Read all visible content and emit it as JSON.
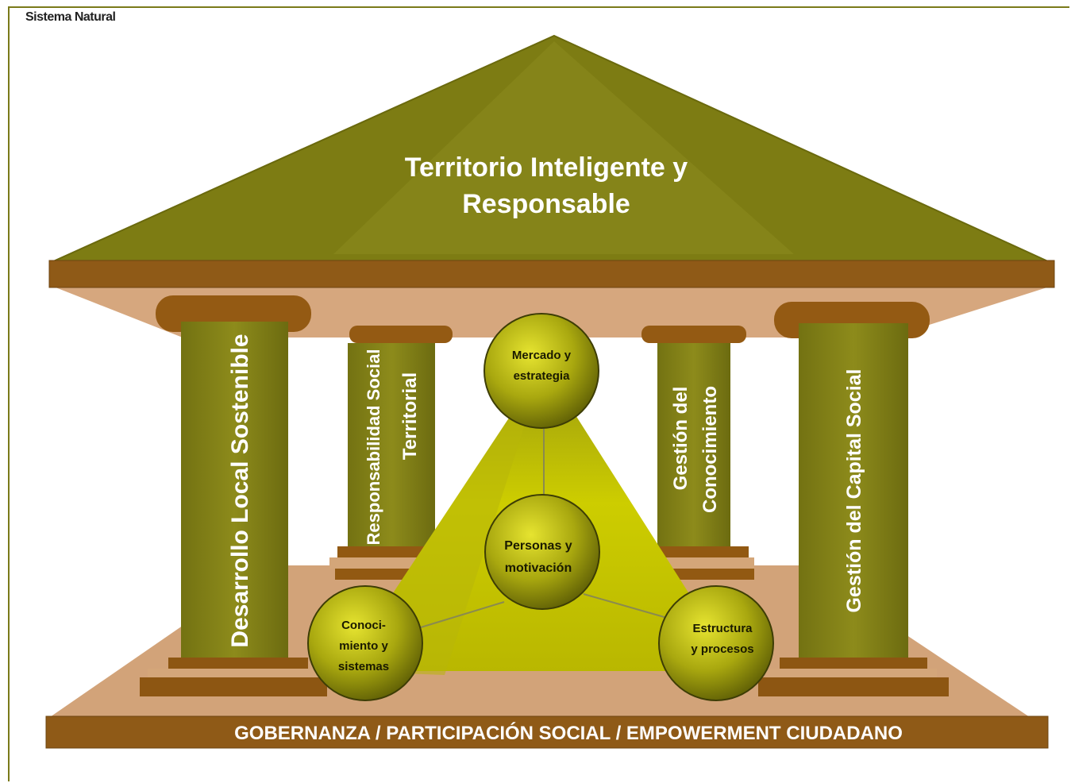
{
  "colors": {
    "olive_dark": "#7b7a13",
    "olive": "#8c8a18",
    "olive_light": "#a09e2b",
    "brown": "#935a12",
    "tan": "#d6a47a",
    "yellow": "#d4d400"
  },
  "corner_label": "Sistema Natural",
  "roof": {
    "line1": "Territorio Inteligente y",
    "line2": "Responsable"
  },
  "pillars": {
    "p1": "Desarrollo Local Sostenible",
    "p2a": "Responsabilidad Social",
    "p2b": "Territorial",
    "p3a": "Gestión del",
    "p3b": "Conocimiento",
    "p4": "Gestión del Capital Social"
  },
  "circles": {
    "top": [
      "Mercado y",
      "estrategia"
    ],
    "center": [
      "Personas y",
      "motivación"
    ],
    "left": [
      "Conoci-",
      "miento y",
      "sistemas"
    ],
    "right": [
      "Estructura",
      "y procesos"
    ]
  },
  "base_label": "GOBERNANZA / PARTICIPACIÓN SOCIAL / EMPOWERMENT CIUDADANO"
}
